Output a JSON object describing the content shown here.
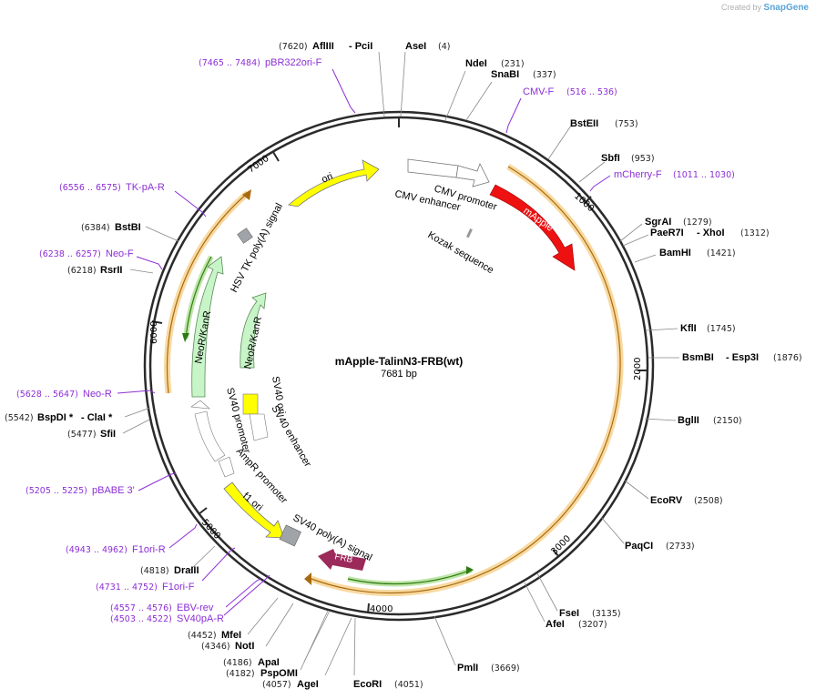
{
  "watermark": {
    "prefix": "Created by",
    "brand": "SnapGene"
  },
  "plasmid": {
    "name": "mApple-TalinN3-FRB(wt)",
    "size_label": "7681 bp"
  },
  "ticks": [
    "1000",
    "2000",
    "3000",
    "4000",
    "5000",
    "6000",
    "7000"
  ],
  "sites": [
    {
      "name": "AseI",
      "pos": "(4)"
    },
    {
      "name": "NdeI",
      "pos": "(231)"
    },
    {
      "name": "SnaBI",
      "pos": "(337)"
    },
    {
      "name": "BstEII",
      "pos": "(753)"
    },
    {
      "name": "SbfI",
      "pos": "(953)"
    },
    {
      "name": "SgrAI",
      "pos": "(1279)"
    },
    {
      "name": "PaeR7I",
      "name2": "- XhoI",
      "pos": "(1312)"
    },
    {
      "name": "BamHI",
      "pos": "(1421)"
    },
    {
      "name": "KflI",
      "pos": "(1745)"
    },
    {
      "name": "BsmBI",
      "name2": "- Esp3I",
      "pos": "(1876)"
    },
    {
      "name": "BglII",
      "pos": "(2150)"
    },
    {
      "name": "EcoRV",
      "pos": "(2508)"
    },
    {
      "name": "PaqCI",
      "pos": "(2733)"
    },
    {
      "name": "FseI",
      "pos": "(3135)"
    },
    {
      "name": "AfeI",
      "pos": "(3207)"
    },
    {
      "name": "PmlI",
      "pos": "(3669)"
    },
    {
      "name": "EcoRI",
      "pos": "(4051)"
    },
    {
      "name": "AgeI",
      "pos": "(4057)"
    },
    {
      "name": "PspOMI",
      "pos": "(4182)"
    },
    {
      "name": "ApaI",
      "pos": "(4186)"
    },
    {
      "name": "NotI",
      "pos": "(4346)"
    },
    {
      "name": "MfeI",
      "pos": "(4452)"
    },
    {
      "name": "DraIII",
      "pos": "(4818)"
    },
    {
      "name": "SfiI",
      "pos": "(5477)"
    },
    {
      "name": "BspDI *",
      "name2": "- ClaI *",
      "pos": "(5542)"
    },
    {
      "name": "RsrII",
      "pos": "(6218)"
    },
    {
      "name": "BstBI",
      "pos": "(6384)"
    },
    {
      "name": "AflIII",
      "name2": "- PciI",
      "pos": "(7620)"
    }
  ],
  "primers": [
    {
      "name": "pBR322ori-F",
      "range": "(7465 .. 7484)"
    },
    {
      "name": "CMV-F",
      "range": "(516 .. 536)"
    },
    {
      "name": "mCherry-F",
      "range": "(1011 .. 1030)"
    },
    {
      "name": "TK-pA-R",
      "range": "(6556 .. 6575)"
    },
    {
      "name": "Neo-F",
      "range": "(6238 .. 6257)"
    },
    {
      "name": "Neo-R",
      "range": "(5628 .. 5647)"
    },
    {
      "name": "pBABE 3'",
      "range": "(5205 .. 5225)"
    },
    {
      "name": "F1ori-R",
      "range": "(4943 .. 4962)"
    },
    {
      "name": "F1ori-F",
      "range": "(4731 .. 4752)"
    },
    {
      "name": "EBV-rev",
      "range": "(4557 .. 4576)"
    },
    {
      "name": "SV40pA-R",
      "range": "(4503 .. 4522)"
    }
  ],
  "features": [
    {
      "name": "ori"
    },
    {
      "name": "CMV promoter"
    },
    {
      "name": "CMV enhancer"
    },
    {
      "name": "mApple"
    },
    {
      "name": "Kozak sequence"
    },
    {
      "name": "HSV TK poly(A) signal"
    },
    {
      "name": "NeoR/KanR"
    },
    {
      "name": "NeoR/KanR"
    },
    {
      "name": "SV40 ori"
    },
    {
      "name": "SV40 promoter"
    },
    {
      "name": "SV40 enhancer"
    },
    {
      "name": "AmpR promoter"
    },
    {
      "name": "f1 ori"
    },
    {
      "name": "SV40 poly(A) signal"
    },
    {
      "name": "FRB"
    }
  ],
  "colors": {
    "backbone": "#2b2b2b",
    "primer": "#8c2fd6",
    "mapple": "#ee1111",
    "ori": "#ffff00",
    "neo": "#c8f5c8",
    "frb": "#9b2a5a",
    "orange_feature": "#f5a623",
    "green_feature": "#5ab431",
    "grey_box": "#a0a4a8"
  }
}
